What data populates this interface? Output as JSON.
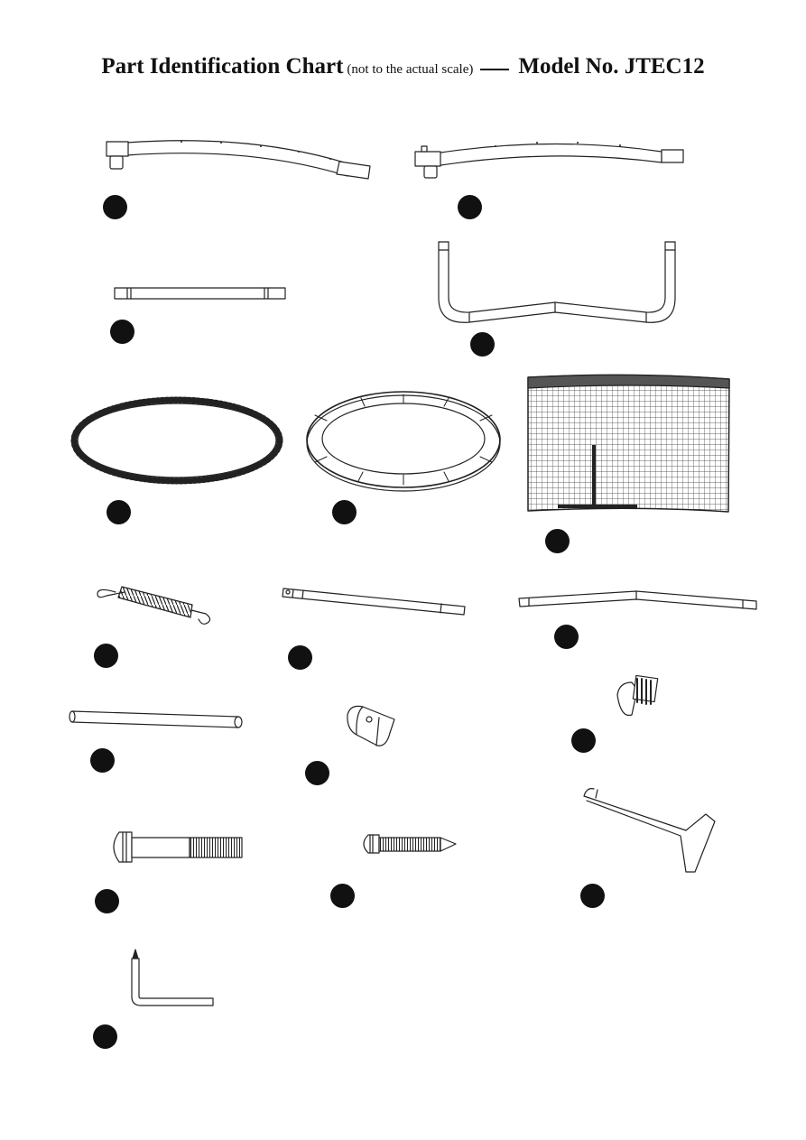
{
  "title": {
    "main": "Part Identification Chart",
    "note": "(not to the actual scale)",
    "model": "Model No. JTEC12"
  },
  "parts": [
    {
      "icon": "curved-top-rail-with-t-joint-icon"
    },
    {
      "icon": "curved-top-rail-with-t-joint-and-tab-icon"
    },
    {
      "icon": "straight-tube-icon"
    },
    {
      "icon": "w-shaped-leg-icon"
    },
    {
      "icon": "jumping-mat-icon"
    },
    {
      "icon": "spring-cover-pad-icon"
    },
    {
      "icon": "safety-net-enclosure-icon"
    },
    {
      "icon": "spring-icon"
    },
    {
      "icon": "enclosure-pole-icon"
    },
    {
      "icon": "bent-bar-icon"
    },
    {
      "icon": "foam-sleeve-tube-icon"
    },
    {
      "icon": "pole-cap-icon"
    },
    {
      "icon": "end-cap-plug-icon"
    },
    {
      "icon": "bolt-icon"
    },
    {
      "icon": "screw-icon"
    },
    {
      "icon": "spring-puller-tool-icon"
    },
    {
      "icon": "allen-key-icon"
    }
  ]
}
